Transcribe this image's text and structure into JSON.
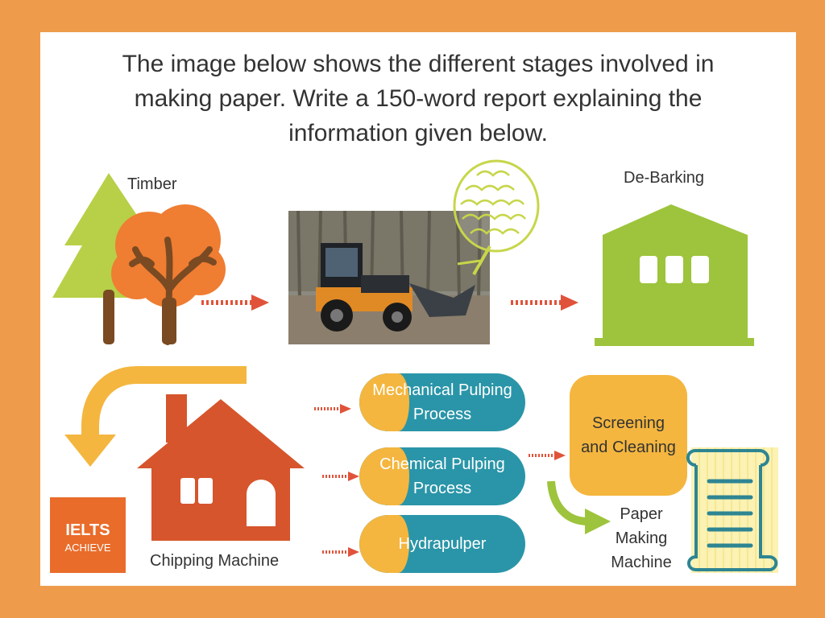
{
  "prompt": {
    "line1": "The image below shows the different stages involved in",
    "line2": "making paper. Write a 150-word report explaining the",
    "line3": "information given below."
  },
  "stages": {
    "timber": "Timber",
    "debarking": "De-Barking",
    "chipping": "Chipping Machine",
    "mechanical": [
      "Mechanical Pulping",
      "Process"
    ],
    "chemical": [
      "Chemical Pulping",
      "Process"
    ],
    "hydrapulper": "Hydrapulper",
    "screening": [
      "Screening",
      "and Cleaning"
    ],
    "paper_machine": [
      "Paper",
      "Making",
      "Machine"
    ]
  },
  "logo": {
    "line1": "IELTS",
    "line2": "ACHIEVE",
    "mark": "®"
  },
  "colors": {
    "frame": "#EE9C4C",
    "green": "#9DC43C",
    "teal": "#2A95A8",
    "yellow": "#F4B63F",
    "orange": "#E96C2A",
    "red_house": "#D6552C",
    "arrow_red": "#E0533A"
  }
}
